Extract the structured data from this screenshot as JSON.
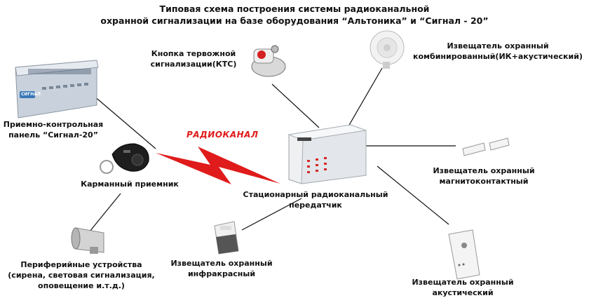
{
  "title": {
    "line1": "Типовая схема построения системы радиоканальной",
    "line2": "охранной сигнализации на базе оборудования “Альтоника” и “Сигнал - 20”"
  },
  "radio_label": "РАДИОКАНАЛ",
  "nodes": {
    "panel": {
      "lines": [
        "Приемно-контрольная",
        "панель “Сигнал-20”"
      ],
      "device_text": "СИГНАЛ"
    },
    "kts_button": {
      "lines": [
        "Кнопка тервожной",
        "сигнализации(КТС)"
      ]
    },
    "combined_detector": {
      "lines": [
        "Извещатель охранный",
        "комбинированный(ИК+акустический)"
      ]
    },
    "pocket_receiver": {
      "lines": [
        "Карманный приемник"
      ]
    },
    "transmitter": {
      "lines": [
        "Стационарный радиоканальный",
        "передатчик"
      ]
    },
    "magnetic_detector": {
      "lines": [
        "Извещатель охранный",
        "магнитоконтактный"
      ]
    },
    "peripherals": {
      "lines": [
        "Периферийные устройства",
        "(сирена, световая сигнализация,",
        "оповещение и.т.д.)"
      ]
    },
    "ir_detector": {
      "lines": [
        "Извещатель охранный",
        "инфракрасный"
      ]
    },
    "acoustic_detector": {
      "lines": [
        "Извещатель охранный",
        "акустический"
      ]
    }
  },
  "colors": {
    "radio": "#e01b1b",
    "line": "#111111"
  }
}
